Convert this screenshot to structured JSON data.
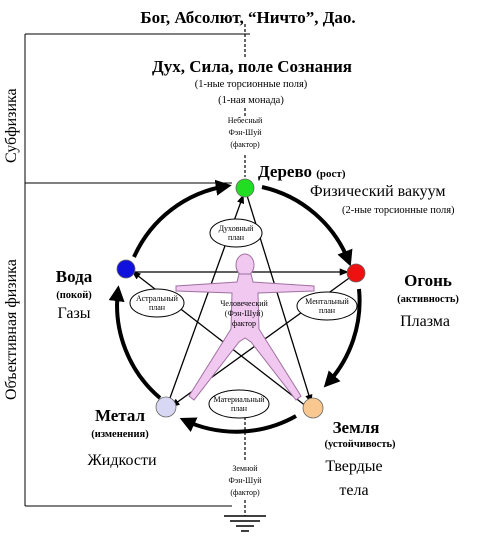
{
  "header": {
    "title": "Бог, Абсолют, “Ничто”, Дао.",
    "subtitle": "Дух, Сила, поле Сознания",
    "note1": "(1-ные торсионные поля)",
    "note2": "(1-ная монада)"
  },
  "side_labels": {
    "subphysics": "Субфизика",
    "objective_physics": "Объективная физика"
  },
  "factors": {
    "heaven": [
      "Небесный",
      "Фэн-Шуй",
      "(фактор)"
    ],
    "earth": [
      "Земной",
      "Фэн-Шуй",
      "(фактор)"
    ],
    "human": [
      "Человеческий",
      "(Фэн-Шуй)",
      "фактор"
    ]
  },
  "elements": {
    "wood": {
      "name": "Дерево",
      "quality": "(рост)",
      "state": "Физический вакуум",
      "note": "(2-ные торсионные поля)",
      "color": "#22dd22"
    },
    "fire": {
      "name": "Огонь",
      "quality": "(активность)",
      "state": "Плазма",
      "color": "#ee1111"
    },
    "earth": {
      "name": "Земля",
      "quality": "(устойчивость)",
      "state1": "Твердые",
      "state2": "тела",
      "color": "#f8c890"
    },
    "metal": {
      "name": "Метал",
      "quality": "(изменения)",
      "state": "Жидкости",
      "color": "#d8d8f4"
    },
    "water": {
      "name": "Вода",
      "quality": "(покой)",
      "state": "Газы",
      "color": "#1111dd"
    }
  },
  "planes": {
    "spiritual": [
      "Духовный",
      "план"
    ],
    "astral": [
      "Астральный",
      "план"
    ],
    "mental": [
      "Ментальный",
      "план"
    ],
    "material": [
      "Материальный",
      "план"
    ]
  },
  "colors": {
    "figure_fill": "#f0c8f0",
    "figure_stroke": "#a070a0",
    "lines": "#000000"
  }
}
